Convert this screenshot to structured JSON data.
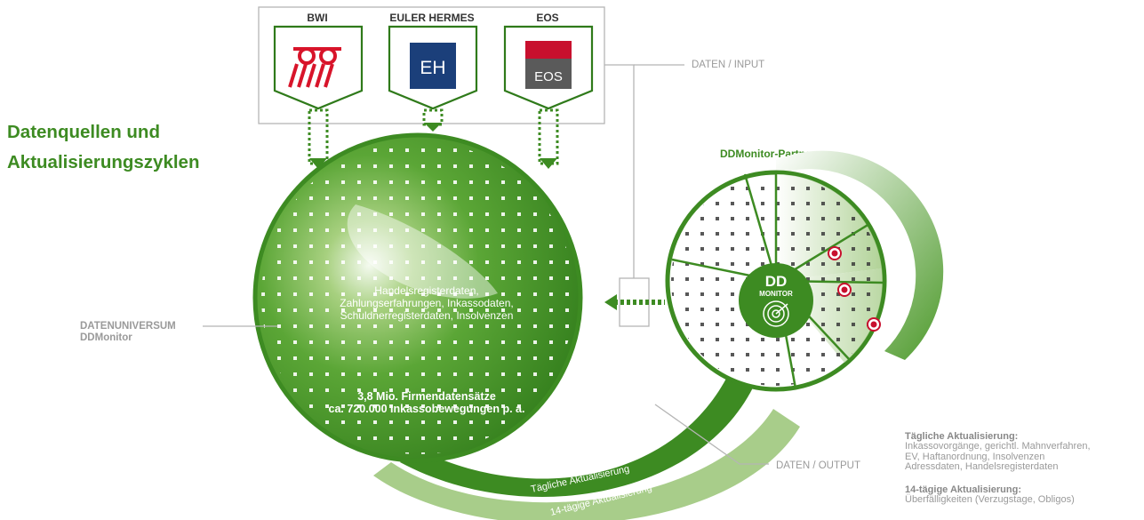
{
  "title": {
    "line1": "Datenquellen und",
    "line2": "Aktualisierungszyklen"
  },
  "sources": [
    {
      "label": "BWI"
    },
    {
      "label": "EULER HERMES"
    },
    {
      "label": "EOS"
    }
  ],
  "labels": {
    "daten_input": "DATEN / INPUT",
    "daten_output": "DATEN / OUTPUT",
    "datenuniversum_line1": "DATENUNIVERSUM",
    "datenuniversum_line2": "DDMonitor",
    "partner": "DDMonitor-Partner"
  },
  "center": {
    "line1": "Handelsregisterdaten,",
    "line2": "Zahlungserfahrungen, Inkassodaten,",
    "line3": "Schuldnerregisterdaten, Insolvenzen",
    "stat1": "3,8 Mio. Firmendatensätze",
    "stat2": "ca. 720.000 Inkassobewegungen p. a."
  },
  "monitor_badge": {
    "dd": "DD",
    "monitor": "MONITOR"
  },
  "logos": {
    "eh": "EH",
    "eos": "EOS"
  },
  "arcs": {
    "daily": "Tägliche Aktualisierung",
    "biweekly": "14-tägige Aktualisierung"
  },
  "legend": {
    "daily_head": "Tägliche Aktualisierung:",
    "daily_l1": "Inkassovorgänge, gerichtl. Mahnverfahren,",
    "daily_l2": "EV, Haftanordnung, Insolvenzen",
    "daily_l3": "Adressdaten, Handelsregisterdaten",
    "biweekly_head": "14-tägige Aktualisierung:",
    "biweekly_l1": "Überfälligkeiten (Verzugstage, Obligos)"
  },
  "colors": {
    "green": "#3d8b22",
    "green_light": "#8fbf6a",
    "red": "#c8102e",
    "eh_blue": "#1b3f7a",
    "grey": "#9a9a9a"
  }
}
